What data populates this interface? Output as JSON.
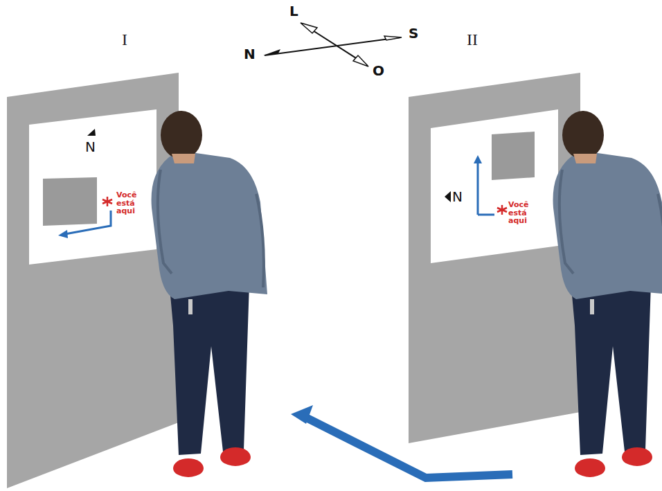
{
  "diagram": {
    "nodes": [
      {
        "text": [
          "N",
          "Você está aqui"
        ]
      },
      {
        "text": [
          "N",
          "Você está aqui"
        ]
      }
    ],
    "labels": [
      "I",
      "II",
      "L",
      "N",
      "S",
      "O"
    ]
  }
}
